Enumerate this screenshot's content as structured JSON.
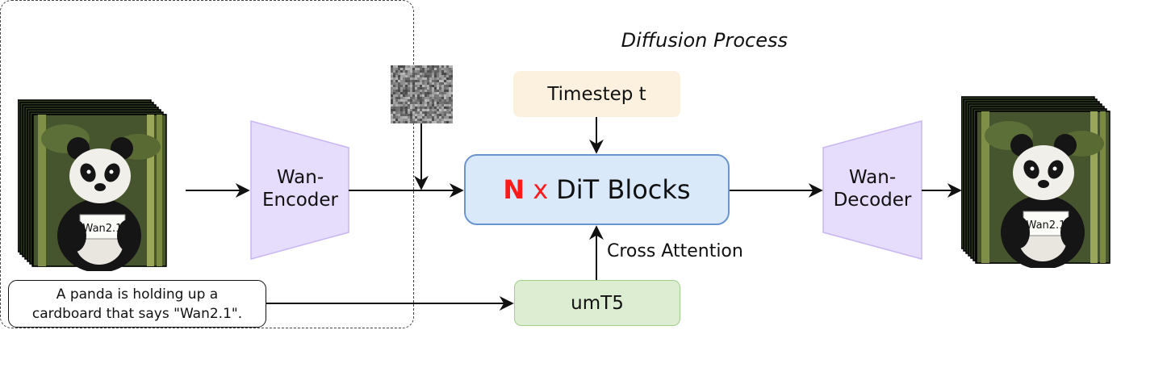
{
  "diffusion": {
    "title": "Diffusion Process"
  },
  "encoder": {
    "line1": "Wan-",
    "line2": "Encoder"
  },
  "decoder": {
    "line1": "Wan-",
    "line2": "Decoder"
  },
  "timestep": {
    "label": "Timestep t"
  },
  "dit": {
    "n": "N",
    "x": "x",
    "label": "DiT Blocks"
  },
  "cross_attention": {
    "label": "Cross Attention"
  },
  "umt5": {
    "label": "umT5"
  },
  "prompt": {
    "line1": "A panda is holding up a",
    "line2": "cardboard that says \"Wan2.1\"."
  },
  "panda_sign": {
    "text": "Wan2.1"
  },
  "colors": {
    "encoder_fill": "#e6dcfb",
    "encoder_stroke": "#c9b6f3",
    "timestep_fill": "#fbf1de",
    "dit_fill": "#dae9f9",
    "dit_stroke": "#6a95d1",
    "umt5_fill": "#dcedd2",
    "umt5_stroke": "#a3cf8e",
    "accent_red": "#ff1a1a"
  }
}
